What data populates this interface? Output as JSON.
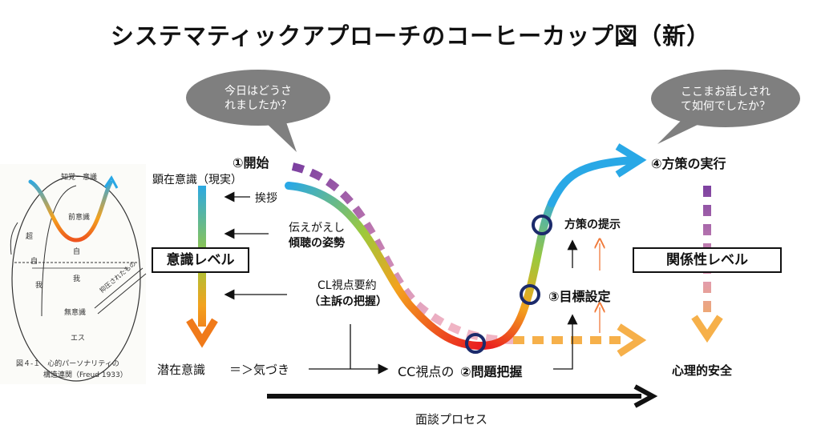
{
  "title": "システマティックアプローチのコーヒーカップ図（新）",
  "bubbles": {
    "left_line1": "今日はどうさ",
    "left_line2": "れましたか？",
    "right_line1": "ここまお話しされ",
    "right_line2": "て如何でしたか？"
  },
  "stages": {
    "start": "①開始",
    "problem_prefix": "CC視点の",
    "problem": "②問題把握",
    "goal": "③目標設定",
    "action": "④方策の実行"
  },
  "left_labels": {
    "conscious": "顕在意識（現実）",
    "greeting": "挨拶",
    "reflect_line1": "伝えがえし",
    "reflect_line2": "傾聴の姿勢",
    "cl_summary": "CL視点要約",
    "main_complaint": "（主訴の把握）",
    "subconscious": "潜在意識",
    "awareness": "＝＞気づき"
  },
  "boxes": {
    "consciousness_level": "意識レベル",
    "relationship_level": "関係性レベル"
  },
  "right_labels": {
    "proposal": "方策の提示",
    "safety": "心理的安全"
  },
  "process": "面談プロセス",
  "freud_figure": {
    "top": "知覚－意識",
    "preconscious": "前意識",
    "ego_top": "自",
    "ego_bottom": "我",
    "superego": [
      "超",
      "自",
      "我"
    ],
    "repressed": "抑圧されたもの",
    "unconscious": "無意識",
    "id": "エス",
    "caption_line1": "図４-１　心的パーソナリティの",
    "caption_line2": "構造連関（Freud 1933）"
  },
  "colors": {
    "purple": "#7b3fa0",
    "pink": "#e09ab8",
    "orange_dash": "#f6b04a",
    "blue_arrow": "#29a3e0",
    "bubble": "#7f7f7f",
    "marker": "#1b2a6b"
  }
}
